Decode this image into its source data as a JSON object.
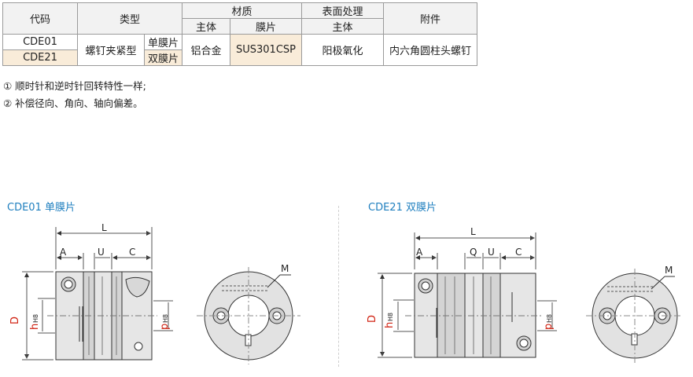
{
  "table": {
    "h_code": "代码",
    "h_type": "类型",
    "h_material": "材质",
    "h_surface": "表面处理",
    "h_accessory": "附件",
    "sub_main1": "主体",
    "sub_diaphragm": "膜片",
    "sub_main2": "主体",
    "code1": "CDE01",
    "code2": "CDE21",
    "type": "螺钉夹紧型",
    "single": "单膜片",
    "double": "双膜片",
    "body_mat": "铝合金",
    "diaphragm_mat": "SUS301CSP",
    "surface": "阳极氧化",
    "accessory": "内六角圆柱头螺钉"
  },
  "notes": {
    "n1": "① 顺时针和逆时针回转特性一样;",
    "n2": "② 补偿径向、角向、轴向偏差。"
  },
  "figures": {
    "left_caption": "CDE01 单膜片",
    "right_caption": "CDE21 双膜片",
    "labels": {
      "L": "L",
      "A": "A",
      "U": "U",
      "C": "C",
      "Q": "Q",
      "M": "M",
      "D": "D",
      "h": "h",
      "p": "p",
      "H8": "H8"
    }
  },
  "colors": {
    "caption": "#1f7fbf",
    "dim_letter": "#d02010",
    "highlight": "#f9ecd9"
  }
}
